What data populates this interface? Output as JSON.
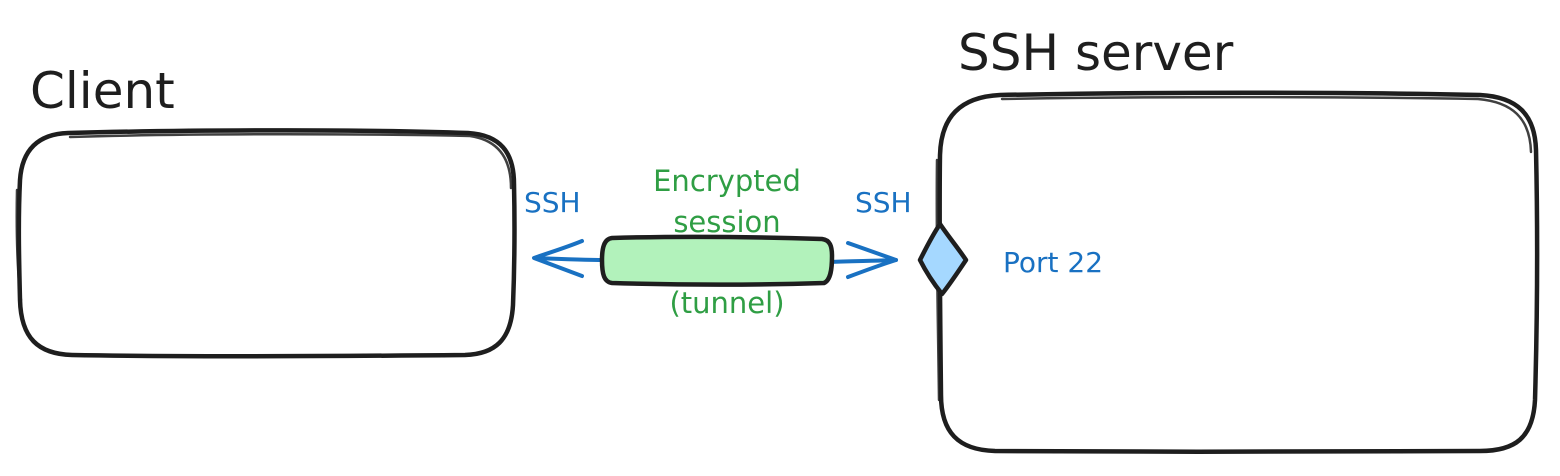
{
  "client": {
    "title": "Client"
  },
  "server": {
    "title": "SSH server",
    "port_label": "Port 22"
  },
  "tunnel": {
    "label_line1": "Encrypted",
    "label_line2": "session",
    "label_sub": "(tunnel)",
    "fill_color": "#b2f2bb",
    "text_color": "#2f9e44"
  },
  "left_endpoint": {
    "label": "SSH"
  },
  "right_endpoint": {
    "label": "SSH"
  },
  "colors": {
    "outline": "#1e1e1e",
    "arrow": "#1971c2",
    "port_fill": "#a5d8ff"
  }
}
